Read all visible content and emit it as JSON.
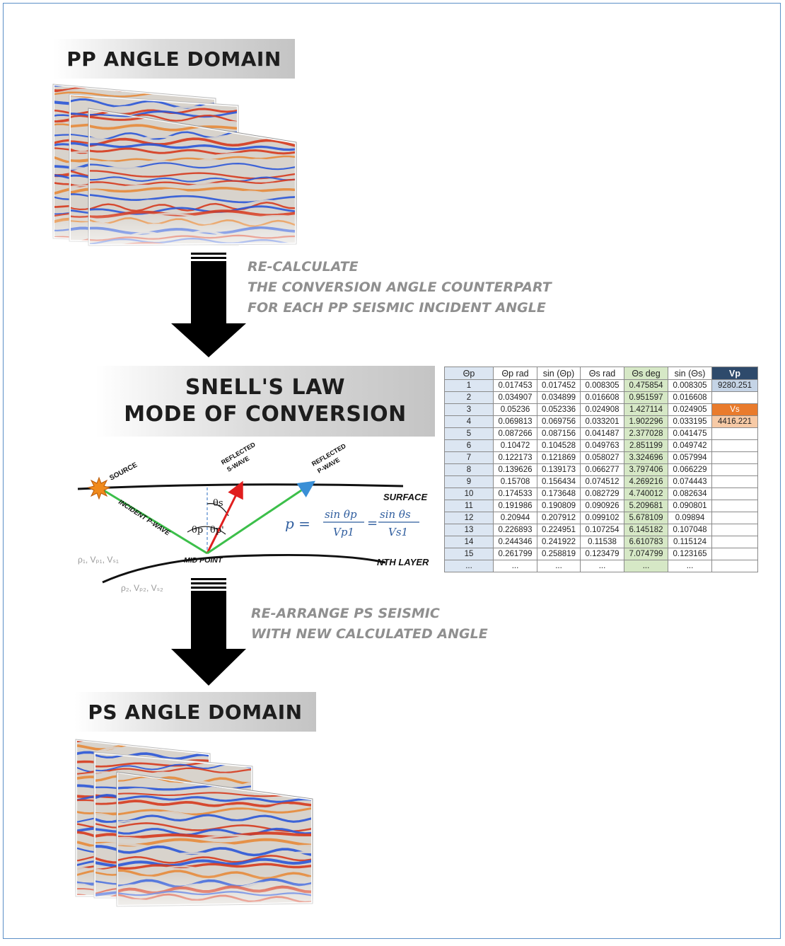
{
  "pp_section": {
    "title": "PP ANGLE DOMAIN"
  },
  "step1_note": [
    "RE-CALCULATE",
    "THE CONVERSION ANGLE COUNTERPART",
    "FOR EACH PP SEISMIC INCIDENT ANGLE"
  ],
  "snell_section": {
    "title_line1": "SNELL'S LAW",
    "title_line2": "MODE OF CONVERSION"
  },
  "diagram": {
    "source": "SOURCE",
    "reflected_s": [
      "REFLECTED",
      "S-WAVE"
    ],
    "reflected_p": [
      "REFLECTED",
      "P-WAVE"
    ],
    "incident_p": "INCIDENT P-WAVE",
    "surface": "SURFACE",
    "nth_layer": "NTH LAYER",
    "mid_point": "MID POINT",
    "theta_s": "θs",
    "theta_p": "θp",
    "theta_p_prime": "θp'",
    "layer1_props": "ρ₁, Vₚ₁, Vₛ₁",
    "layer2_props": "ρ₂, Vₚ₂, Vₛ₂",
    "equation": {
      "lhs": "p =",
      "num1": "sin θp",
      "den1": "Vp1",
      "eq": "=",
      "num2": "sin θs",
      "den2": "Vs1"
    },
    "colors": {
      "incident": "#3cbf4a",
      "reflected_s": "#e01e1e",
      "reflected_p": "#3cbf4a",
      "source": "#f08a1c",
      "equation": "#2f5d9e"
    }
  },
  "table": {
    "headers": [
      "Θp",
      "Θp rad",
      "sin (Θp)",
      "Θs rad",
      "Θs deg",
      "sin (Θs)",
      "Vp"
    ],
    "rows": [
      [
        "1",
        "0.017453",
        "0.017452",
        "0.008305",
        "0.475854",
        "0.008305",
        "9280.251"
      ],
      [
        "2",
        "0.034907",
        "0.034899",
        "0.016608",
        "0.951597",
        "0.016608",
        ""
      ],
      [
        "3",
        "0.05236",
        "0.052336",
        "0.024908",
        "1.427114",
        "0.024905",
        "Vs"
      ],
      [
        "4",
        "0.069813",
        "0.069756",
        "0.033201",
        "1.902296",
        "0.033195",
        "4416.221"
      ],
      [
        "5",
        "0.087266",
        "0.087156",
        "0.041487",
        "2.377028",
        "0.041475",
        ""
      ],
      [
        "6",
        "0.10472",
        "0.104528",
        "0.049763",
        "2.851199",
        "0.049742",
        ""
      ],
      [
        "7",
        "0.122173",
        "0.121869",
        "0.058027",
        "3.324696",
        "0.057994",
        ""
      ],
      [
        "8",
        "0.139626",
        "0.139173",
        "0.066277",
        "3.797406",
        "0.066229",
        ""
      ],
      [
        "9",
        "0.15708",
        "0.156434",
        "0.074512",
        "4.269216",
        "0.074443",
        ""
      ],
      [
        "10",
        "0.174533",
        "0.173648",
        "0.082729",
        "4.740012",
        "0.082634",
        ""
      ],
      [
        "11",
        "0.191986",
        "0.190809",
        "0.090926",
        "5.209681",
        "0.090801",
        ""
      ],
      [
        "12",
        "0.20944",
        "0.207912",
        "0.099102",
        "5.678109",
        "0.09894",
        ""
      ],
      [
        "13",
        "0.226893",
        "0.224951",
        "0.107254",
        "6.145182",
        "0.107048",
        ""
      ],
      [
        "14",
        "0.244346",
        "0.241922",
        "0.11538",
        "6.610783",
        "0.115124",
        ""
      ],
      [
        "15",
        "0.261799",
        "0.258819",
        "0.123479",
        "7.074799",
        "0.123165",
        ""
      ],
      [
        "...",
        "...",
        "...",
        "...",
        "...",
        "...",
        ""
      ]
    ]
  },
  "step2_note": [
    "RE-ARRANGE PS SEISMIC",
    "WITH NEW CALCULATED ANGLE"
  ],
  "ps_section": {
    "title": "PS ANGLE DOMAIN"
  },
  "seismic_colors": {
    "blue": "#2b56d8",
    "red": "#d63a1e",
    "orange": "#e7893a",
    "gray": "#d8d3cc"
  }
}
